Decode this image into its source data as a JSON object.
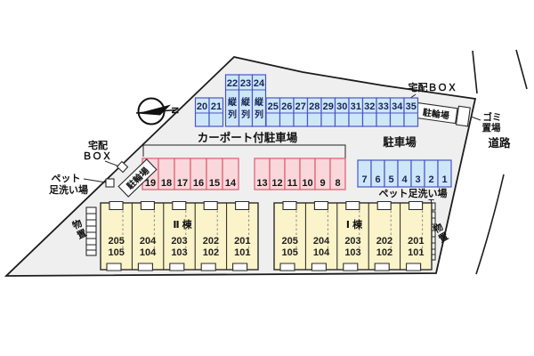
{
  "colors": {
    "site_fill": "#efefef",
    "cell_blue": "#cde7f8",
    "cell_blue_border": "#4a55c4",
    "cell_pink": "#f9d7da",
    "cell_pink_border": "#dd5a70",
    "building_fill": "#fbf3c9",
    "num_blue": "#17255a"
  },
  "compass": {
    "north": "N"
  },
  "labels": {
    "delivery_box": "宅配ＢＯＸ",
    "delivery_box_l1": "宅配",
    "delivery_box_l2": "ＢＯＸ",
    "bike_parking": "駐輪場",
    "garbage_l1": "ゴミ",
    "garbage_l2": "置場",
    "road": "道路",
    "carport": "カーポート付駐車場",
    "parking_lot": "駐車場",
    "pet_wash": "ペット足洗い場",
    "pet_wash_l1": "ペット",
    "pet_wash_l2": "足洗い場",
    "storage_c1": "物",
    "storage_c2": "置",
    "tandem_c1": "縦",
    "tandem_c2": "列"
  },
  "parking": {
    "left_pair": [
      "20",
      "21"
    ],
    "tandem": [
      "22",
      "23",
      "24"
    ],
    "top_row": [
      "25",
      "26",
      "27",
      "28",
      "29",
      "30",
      "31",
      "32",
      "33",
      "34",
      "35"
    ],
    "carport_left": [
      "19",
      "18",
      "17",
      "16",
      "15",
      "14"
    ],
    "carport_right": [
      "13",
      "12",
      "11",
      "10",
      "9",
      "8"
    ],
    "right_row": [
      "7",
      "6",
      "5",
      "4",
      "3",
      "2",
      "1"
    ]
  },
  "buildings": [
    {
      "name": "Ⅱ 棟",
      "units": [
        {
          "upper": "205",
          "lower": "105"
        },
        {
          "upper": "204",
          "lower": "104"
        },
        {
          "upper": "203",
          "lower": "103"
        },
        {
          "upper": "202",
          "lower": "102"
        },
        {
          "upper": "201",
          "lower": "101"
        }
      ]
    },
    {
      "name": "Ⅰ 棟",
      "units": [
        {
          "upper": "205",
          "lower": "105"
        },
        {
          "upper": "204",
          "lower": "104"
        },
        {
          "upper": "203",
          "lower": "103"
        },
        {
          "upper": "202",
          "lower": "102"
        },
        {
          "upper": "201",
          "lower": "101"
        }
      ]
    }
  ]
}
